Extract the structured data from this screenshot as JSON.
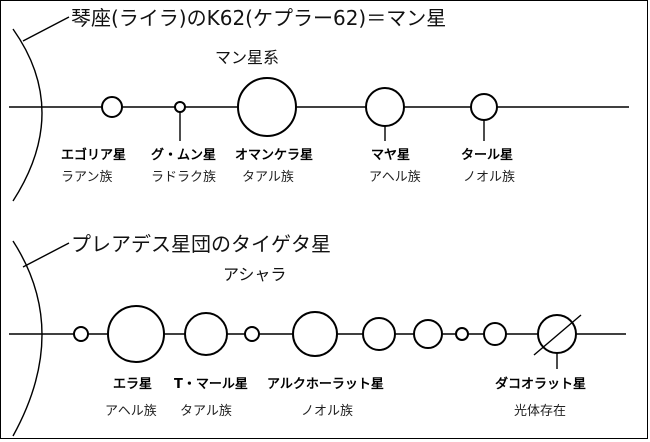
{
  "sections": [
    {
      "title": "琴座(ライラ)のK62(ケプラー62)＝マン星",
      "system_name": "マン星系",
      "planets": [
        {
          "name": "エゴリア星",
          "tribe": "ラアン族"
        },
        {
          "name": "グ・ムン星",
          "tribe": "ラドラク族"
        },
        {
          "name": "オマンケラ星",
          "tribe": "タアル族"
        },
        {
          "name": "マヤ星",
          "tribe": "アヘル族"
        },
        {
          "name": "タール星",
          "tribe": "ノオル族"
        }
      ]
    },
    {
      "title": "プレアデス星団のタイゲタ星",
      "system_name": "アシャラ",
      "planets": [
        {
          "name": "エラ星",
          "tribe": "アヘル族"
        },
        {
          "name": "T・マール星",
          "tribe": "タアル族"
        },
        {
          "name": "アルクホーラット星",
          "tribe": "ノオル族"
        },
        {
          "name": "ダコオラット星",
          "tribe": "光体存在"
        }
      ]
    }
  ]
}
